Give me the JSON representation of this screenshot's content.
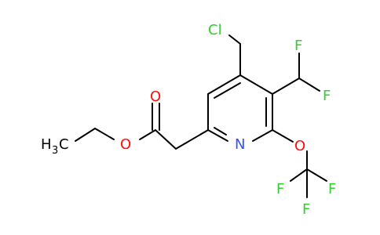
{
  "molecule": {
    "atoms": {
      "cl": "Cl",
      "f_chf2_top": "F",
      "f_chf2_right": "F",
      "n_ring": "N",
      "o_ether_ocf3": "O",
      "f_cf3_left": "F",
      "f_cf3_right": "F",
      "f_cf3_bottom": "F",
      "o_carbonyl": "O",
      "o_ester": "O",
      "methyl_h": "H",
      "methyl_sub": "3",
      "methyl_c": "C"
    },
    "colors": {
      "bond": "#000000",
      "chlorine": "#33cc33",
      "fluorine": "#33cc33",
      "nitrogen": "#3050f8",
      "oxygen": "#ff0d0d",
      "carbon": "#000000"
    }
  }
}
